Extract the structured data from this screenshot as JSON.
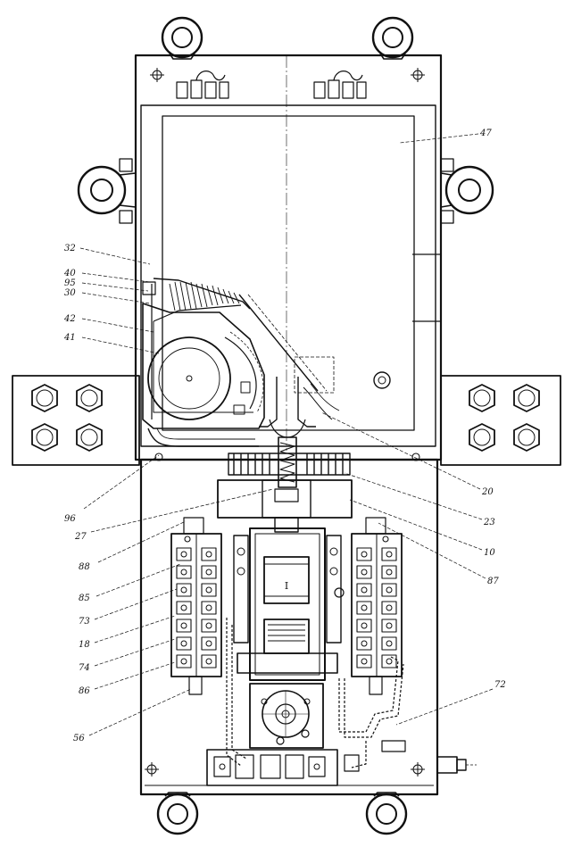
{
  "callouts": [
    {
      "id": "c47",
      "text": "47"
    },
    {
      "id": "c32",
      "text": "32"
    },
    {
      "id": "c40",
      "text": "40"
    },
    {
      "id": "c95",
      "text": "95"
    },
    {
      "id": "c30",
      "text": "30"
    },
    {
      "id": "c42",
      "text": "42"
    },
    {
      "id": "c41",
      "text": "41"
    },
    {
      "id": "c96",
      "text": "96"
    },
    {
      "id": "c27",
      "text": "27"
    },
    {
      "id": "c88",
      "text": "88"
    },
    {
      "id": "c85",
      "text": "85"
    },
    {
      "id": "c73",
      "text": "73"
    },
    {
      "id": "c18",
      "text": "18"
    },
    {
      "id": "c74",
      "text": "74"
    },
    {
      "id": "c86",
      "text": "86"
    },
    {
      "id": "c56",
      "text": "56"
    },
    {
      "id": "c20",
      "text": "20"
    },
    {
      "id": "c23",
      "text": "23"
    },
    {
      "id": "c10",
      "text": "10"
    },
    {
      "id": "c87",
      "text": "87"
    },
    {
      "id": "c72",
      "text": "72"
    }
  ],
  "coil_marking": "I"
}
